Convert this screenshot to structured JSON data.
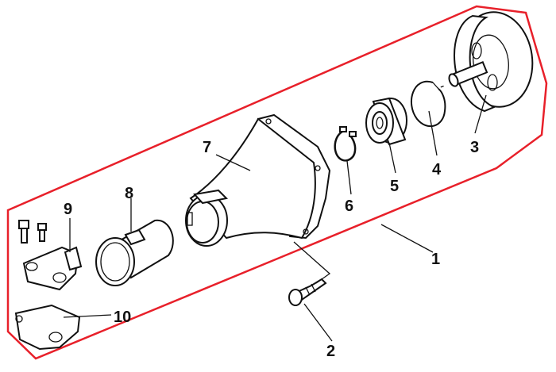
{
  "diagram": {
    "boundary_color": "#e8202a",
    "line_color": "#111111",
    "callouts": [
      {
        "id": "1",
        "label": "1"
      },
      {
        "id": "2",
        "label": "2"
      },
      {
        "id": "3",
        "label": "3"
      },
      {
        "id": "4",
        "label": "4"
      },
      {
        "id": "5",
        "label": "5"
      },
      {
        "id": "6",
        "label": "6"
      },
      {
        "id": "7",
        "label": "7"
      },
      {
        "id": "8",
        "label": "8"
      },
      {
        "id": "9",
        "label": "9"
      },
      {
        "id": "10",
        "label": "10"
      }
    ],
    "parts": [
      {
        "id": "1",
        "name": "housing-assembly-boundary"
      },
      {
        "id": "2",
        "name": "grease-fitting-bolt"
      },
      {
        "id": "3",
        "name": "clutch-drum"
      },
      {
        "id": "4",
        "name": "snap-ring"
      },
      {
        "id": "5",
        "name": "ball-bearing"
      },
      {
        "id": "6",
        "name": "circlip"
      },
      {
        "id": "7",
        "name": "clutch-housing"
      },
      {
        "id": "8",
        "name": "tube-sleeve"
      },
      {
        "id": "9",
        "name": "handle-clamp"
      },
      {
        "id": "10",
        "name": "clamp-cover"
      }
    ]
  }
}
